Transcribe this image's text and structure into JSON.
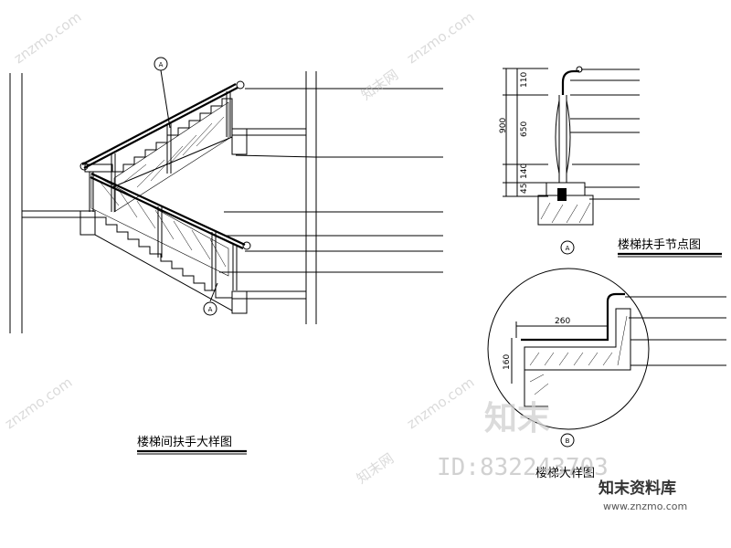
{
  "left_drawing": {
    "title": "楼梯间扶手大样图",
    "callout_top": "A",
    "callout_bottom": "A",
    "leaders": [
      "",
      "",
      "",
      "",
      "",
      ""
    ]
  },
  "detail_a": {
    "title": "楼梯扶手节点图",
    "callout": "A",
    "dim_total": "900",
    "dim_segments": [
      "110",
      "650",
      "140"
    ],
    "dim_base": "45",
    "leaders": [
      "",
      "",
      "",
      "",
      "",
      "",
      "",
      ""
    ]
  },
  "detail_b": {
    "callout": "B",
    "caption": "楼梯大样图",
    "dim_width": "260",
    "dim_height": "160",
    "leaders": [
      "",
      "",
      "",
      ""
    ]
  },
  "watermark": {
    "site": "znzmo.com",
    "brand": "知末网",
    "big": "知末",
    "id": "ID:832243703",
    "corner_brand": "知末资料库",
    "corner_url": "www.znzmo.com"
  },
  "colors": {
    "ink": "#000000",
    "watermark": "#bdbdbd",
    "background": "#ffffff"
  }
}
